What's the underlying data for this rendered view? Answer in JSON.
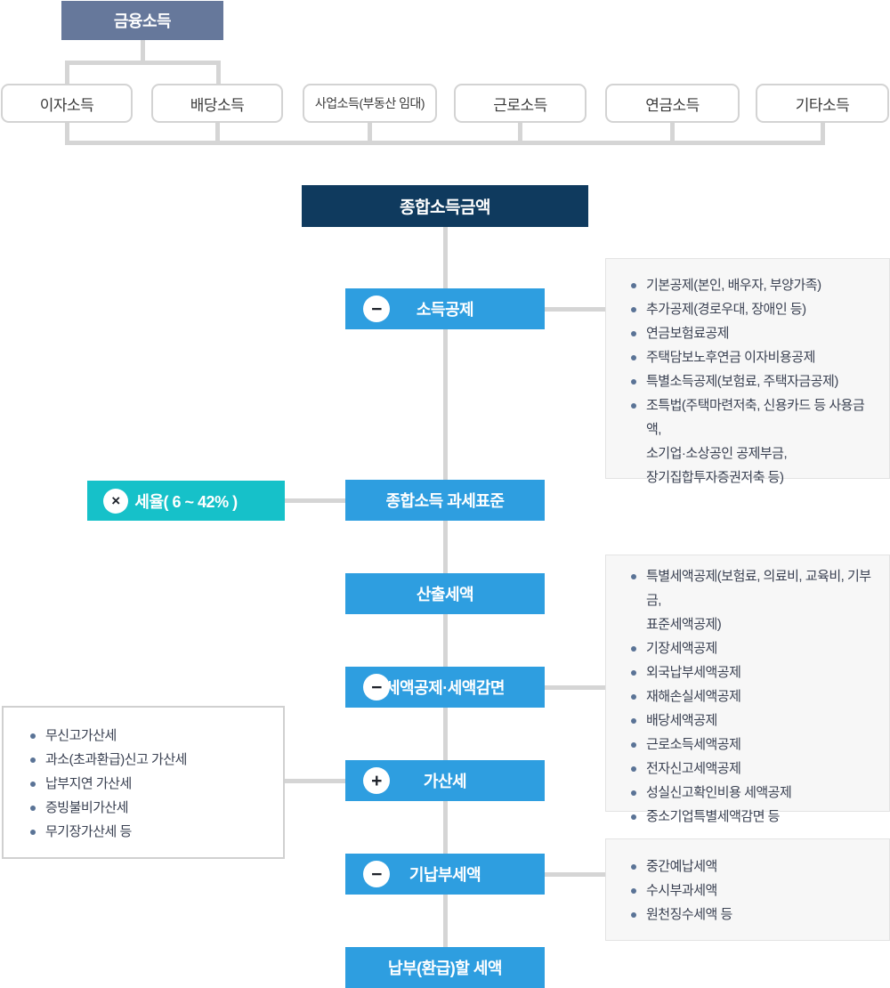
{
  "diagram": {
    "financial_income": "금융소득",
    "income_types": [
      "이자소득",
      "배당소득",
      "사업소득(부동산 임대)",
      "근로소득",
      "연금소득",
      "기타소득"
    ],
    "steps": {
      "total_income": "종합소득금액",
      "income_deduction": "소득공제",
      "tax_base": "종합소득 과세표준",
      "calculated_tax": "산출세액",
      "tax_credit": "세액공제·세액감면",
      "penalty_tax": "가산세",
      "prepaid_tax": "기납부세액",
      "final_tax": "납부(환급)할 세액"
    },
    "tax_rate_label": "세율( 6 ~ 42% )",
    "operators": {
      "minus": "−",
      "plus": "+",
      "multiply": "×"
    }
  },
  "panels": {
    "income_deduction": {
      "items": [
        "기본공제(본인, 배우자, 부양가족)",
        "추가공제(경로우대, 장애인 등)",
        "연금보험료공제",
        "주택담보노후연금 이자비용공제",
        "특별소득공제(보험료, 주택자금공제)",
        "조특법(주택마련저축, 신용카드 등 사용금액,\n소기업·소상공인 공제부금,\n장기집합투자증권저축 등)"
      ]
    },
    "tax_credit": {
      "items": [
        "특별세액공제(보험료, 의료비, 교육비, 기부금,\n표준세액공제)",
        "기장세액공제",
        "외국납부세액공제",
        "재해손실세액공제",
        "배당세액공제",
        "근로소득세액공제",
        "전자신고세액공제",
        "성실신고확인비용 세액공제",
        "중소기업특별세액감면 등"
      ]
    },
    "penalty_tax": {
      "items": [
        "무신고가산세",
        "과소(초과환급)신고 가산세",
        "납부지연 가산세",
        "증빙불비가산세",
        "무기장가산세 등"
      ]
    },
    "prepaid_tax": {
      "items": [
        "중간예납세액",
        "수시부과세액",
        "원천징수세액 등"
      ]
    }
  },
  "colors": {
    "root_box": "#66789B",
    "dark_box": "#0F3A5E",
    "primary_box": "#2E9EE0",
    "rate_box": "#16C1C9",
    "connector": "#D5D5D5",
    "bullet": "#5A7396",
    "panel_bg": "#F7F7F7"
  }
}
